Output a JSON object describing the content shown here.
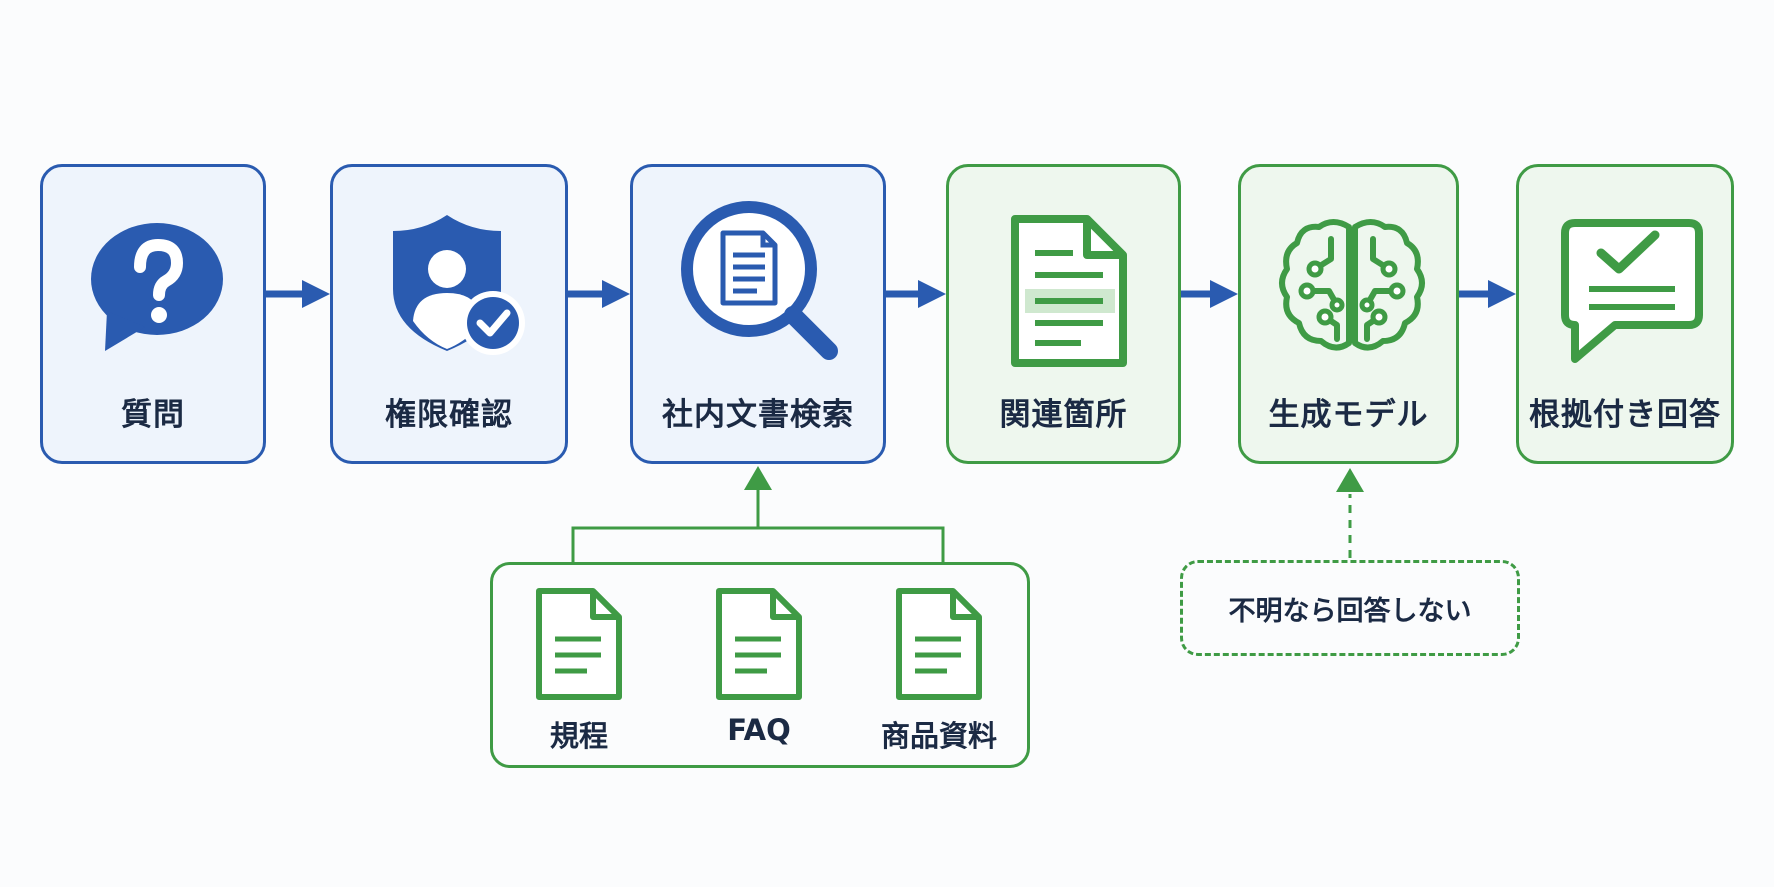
{
  "steps": [
    {
      "label": "質問",
      "icon": "question-bubble-icon",
      "color": "#2a5bb0"
    },
    {
      "label": "権限確認",
      "icon": "shield-user-check-icon",
      "color": "#2a5bb0"
    },
    {
      "label": "社内文書検索",
      "icon": "document-search-icon",
      "color": "#2a5bb0"
    },
    {
      "label": "関連箇所",
      "icon": "highlighted-document-icon",
      "color": "#3f9b45"
    },
    {
      "label": "生成モデル",
      "icon": "brain-circuit-icon",
      "color": "#3f9b45"
    },
    {
      "label": "根拠付き回答",
      "icon": "checked-answer-icon",
      "color": "#3f9b45"
    }
  ],
  "sources": [
    {
      "label": "規程",
      "icon": "document-icon"
    },
    {
      "label": "FAQ",
      "icon": "document-icon"
    },
    {
      "label": "商品資料",
      "icon": "document-icon"
    }
  ],
  "note": {
    "label": "不明なら回答しない"
  },
  "colors": {
    "blue": "#2a5bb0",
    "green": "#3f9b45",
    "text": "#1b2a44"
  }
}
